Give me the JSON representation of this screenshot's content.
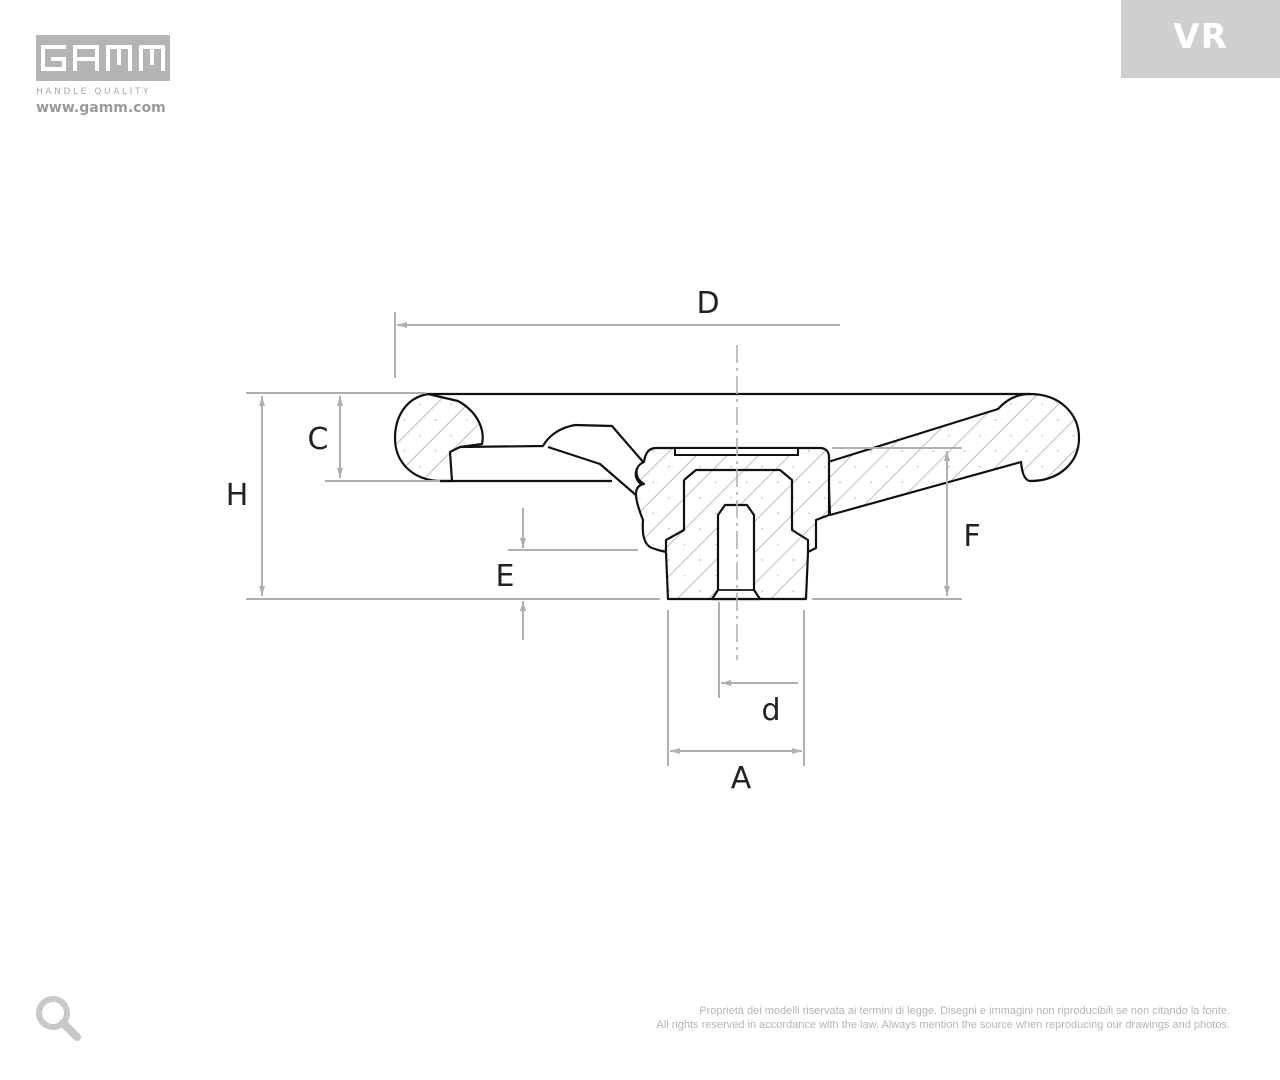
{
  "brand": {
    "name": "GAMM",
    "tagline": "HANDLE QUALITY",
    "website": "www.gamm.com"
  },
  "product": {
    "code": "VR"
  },
  "dimensions": {
    "D": "D",
    "C": "C",
    "H": "H",
    "E": "E",
    "F": "F",
    "d": "d",
    "A": "A"
  },
  "footer": {
    "copyright_it": "Proprietà dei modelli riservata ai termini di legge. Disegni e immagini non riproducibili se non citando la fonte.",
    "copyright_en": "All rights reserved in accordance with the law. Always mention the source when reproducing our drawings and photos."
  },
  "icons": {
    "zoom": "magnifier-icon",
    "logo": "gamm-logo"
  },
  "colors": {
    "outline": "#111111",
    "dimension": "#b0b0b0",
    "badge": "#cfcfcf",
    "logo": "#b3b3b3"
  }
}
